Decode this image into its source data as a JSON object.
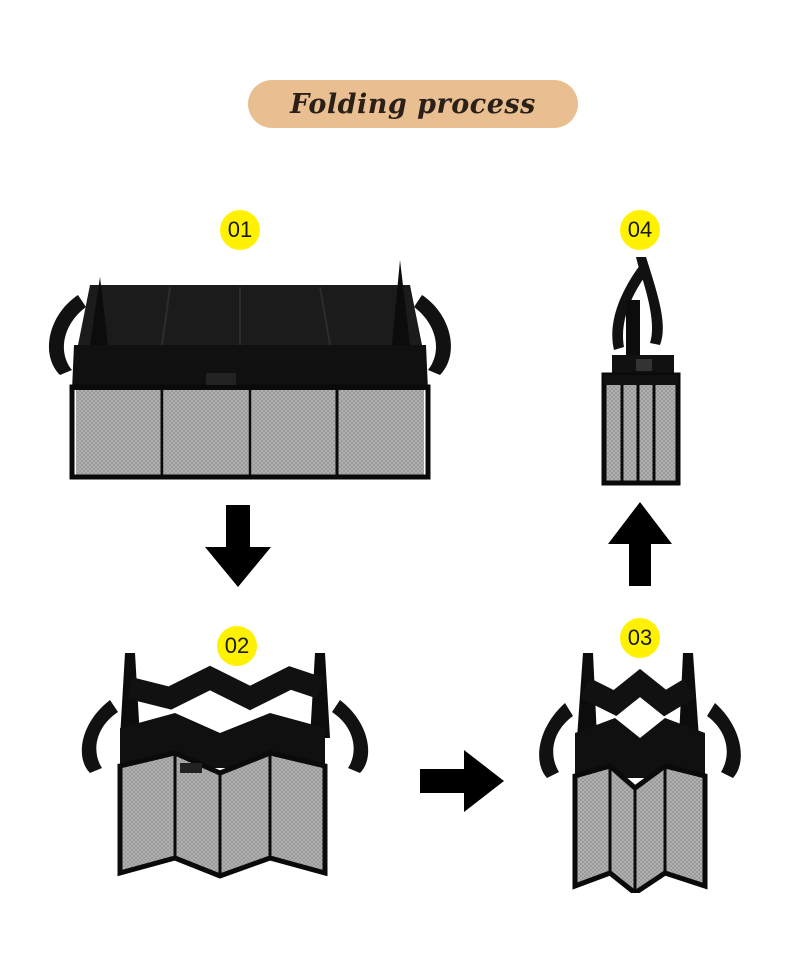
{
  "title": "Folding process",
  "steps": [
    {
      "number": "01"
    },
    {
      "number": "02"
    },
    {
      "number": "03"
    },
    {
      "number": "04"
    }
  ],
  "colors": {
    "title_background": "#e9bf91",
    "badge": "#fff200",
    "organizer": "#121212",
    "mesh": "#a9a9a9",
    "arrow": "#000000"
  },
  "arrows": [
    {
      "from": "01",
      "to": "02",
      "direction": "down"
    },
    {
      "from": "02",
      "to": "03",
      "direction": "right"
    },
    {
      "from": "03",
      "to": "04",
      "direction": "up"
    }
  ]
}
